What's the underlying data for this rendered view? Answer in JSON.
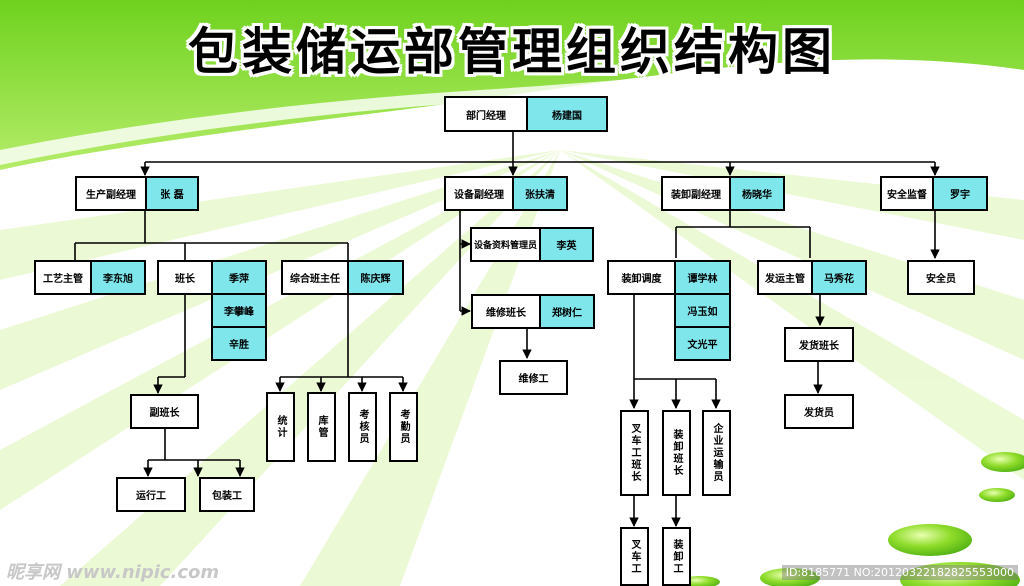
{
  "title": "包装储运部管理组织结构图",
  "watermark": {
    "site": "昵享网 www.nipic.com",
    "id": "ID:8185771 NO:20120322182825553000"
  },
  "colors": {
    "green": "#7dd42c",
    "cyan": "#7fe6ec"
  },
  "chart": {
    "manager": {
      "role": "部门经理",
      "name": "杨建国"
    },
    "production": {
      "role": "生产副经理",
      "name": "张 磊"
    },
    "process_lead": {
      "role": "工艺主管",
      "name": "李东旭"
    },
    "team_lead": {
      "role": "班长",
      "names": [
        "季萍",
        "李攀峰",
        "辛胜"
      ]
    },
    "deputy_team_lead": "副班长",
    "operator": "运行工",
    "packer": "包装工",
    "general_team": {
      "role": "综合班主任",
      "name": "陈庆辉"
    },
    "stats": "统计",
    "warehouse": "库管",
    "assessor": "考核员",
    "attendance": "考勤员",
    "equipment": {
      "role": "设备副经理",
      "name": "张扶清"
    },
    "equip_admin": {
      "role": "设备资料管理员",
      "name": "李英"
    },
    "repair_lead": {
      "role": "维修班长",
      "name": "郑树仁"
    },
    "repair_worker": "维修工",
    "loading": {
      "role": "装卸副经理",
      "name": "杨晓华"
    },
    "dispatch": {
      "role": "装卸调度",
      "names": [
        "谭学林",
        "冯玉如",
        "文光平"
      ]
    },
    "forklift_lead": "叉车工班长",
    "loading_lead": "装卸班长",
    "enterprise_transport": "企业运输员",
    "forklift_worker": "叉车工",
    "loading_worker": "装卸工",
    "shipping_manager": {
      "role": "发运主管",
      "name": "马秀花"
    },
    "shipping_lead": "发货班长",
    "shipper": "发货员",
    "safety": {
      "role": "安全监督",
      "name": "罗宇"
    },
    "safety_officer": "安全员"
  }
}
